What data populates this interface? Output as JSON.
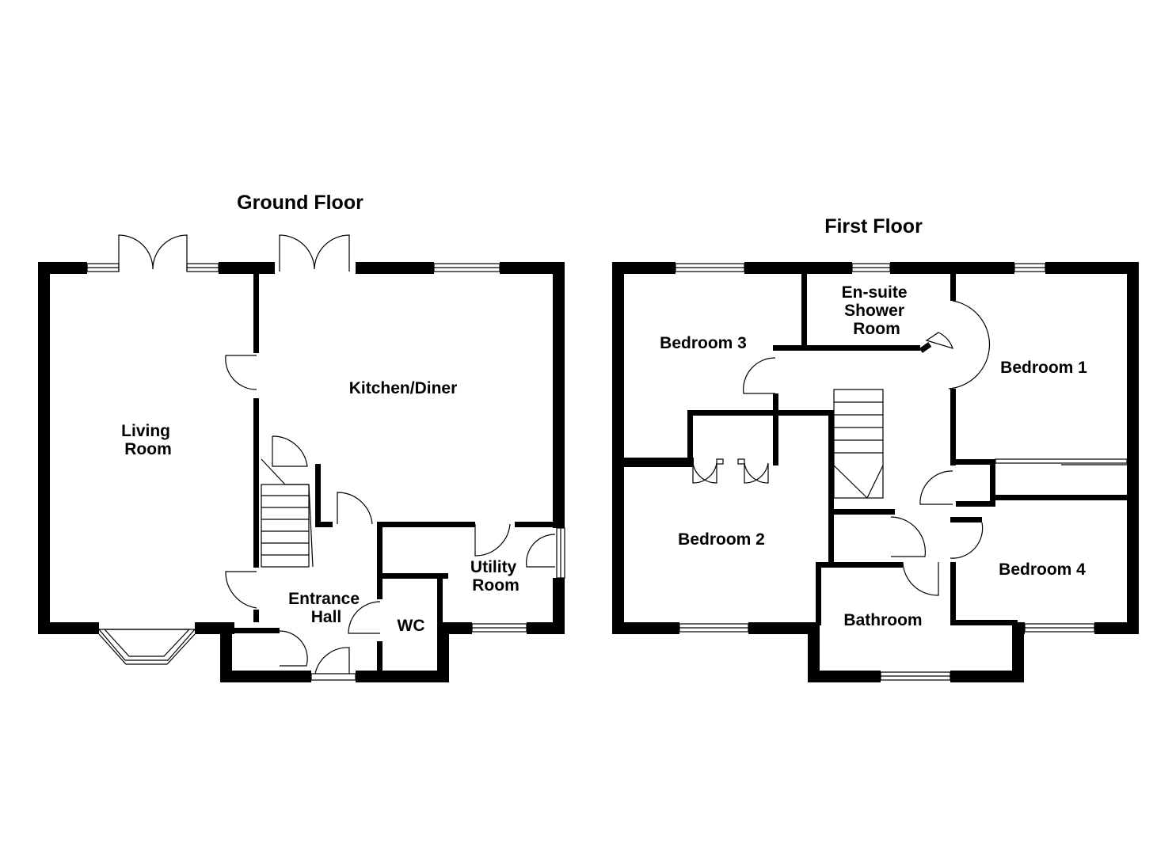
{
  "floors": {
    "ground": {
      "title": "Ground Floor",
      "rooms": {
        "living": [
          "Living",
          "Room"
        ],
        "kitchen": [
          "Kitchen/Diner"
        ],
        "entrance": [
          "Entrance",
          "Hall"
        ],
        "wc": [
          "WC"
        ],
        "utility": [
          "Utility",
          "Room"
        ]
      }
    },
    "first": {
      "title": "First Floor",
      "rooms": {
        "ensuite": [
          "En-suite",
          "Shower",
          "Room"
        ],
        "bedroom3": [
          "Bedroom 3"
        ],
        "bedroom1": [
          "Bedroom 1"
        ],
        "bedroom2": [
          "Bedroom 2"
        ],
        "bedroom4": [
          "Bedroom 4"
        ],
        "bathroom": [
          "Bathroom"
        ]
      }
    }
  }
}
